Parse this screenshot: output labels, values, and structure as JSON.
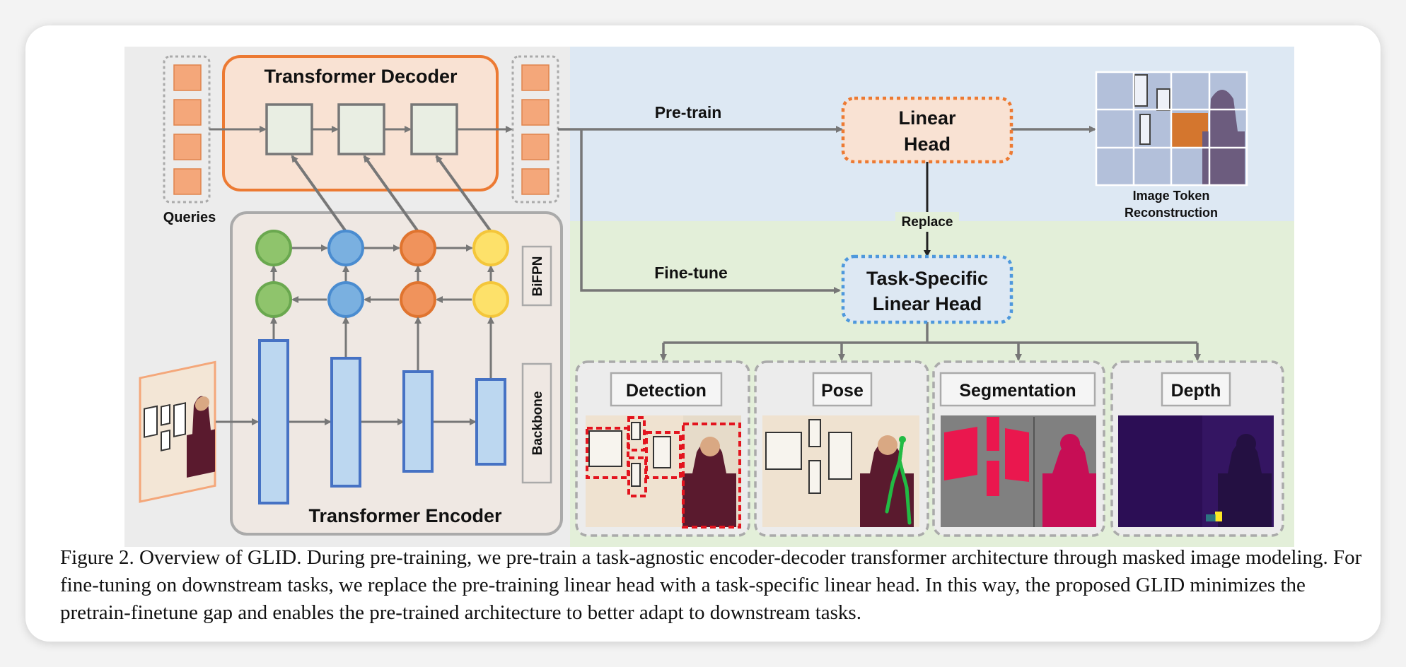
{
  "figure": {
    "decoder_title": "Transformer Decoder",
    "encoder_title": "Transformer Encoder",
    "queries_label": "Queries",
    "bifpn_label": "BiFPN",
    "backbone_label": "Backbone",
    "pretrain_label": "Pre-train",
    "finetune_label": "Fine-tune",
    "linear_head_line1": "Linear",
    "linear_head_line2": "Head",
    "replace_label": "Replace",
    "task_head_line1": "Task-Specific",
    "task_head_line2": "Linear Head",
    "reconstruction_line1": "Image Token",
    "reconstruction_line2": "Reconstruction",
    "tasks": [
      "Detection",
      "Pose",
      "Segmentation",
      "Depth"
    ]
  },
  "colors": {
    "left_panel_bg": "#ececec",
    "pretrain_bg": "#dde8f3",
    "finetune_bg": "#e3efd9",
    "decoder_fill": "#f9e2d3",
    "decoder_border": "#ec7a33",
    "query_token": "#f4a77a",
    "node_green": "#8fc46c",
    "node_blue": "#7ab0e0",
    "node_orange": "#f0935c",
    "node_yellow": "#fde16a",
    "backbone_bar": "#bcd7f0",
    "backbone_border": "#4672c4",
    "task_head_border": "#4e98dc",
    "linear_head_border": "#ec7a33"
  },
  "caption": "Figure 2. Overview of GLID. During pre-training, we pre-train a task-agnostic encoder-decoder transformer architecture through masked image modeling. For fine-tuning on downstream tasks, we replace the pre-training linear head with a task-specific linear head. In this way, the proposed GLID minimizes the pretrain-finetune gap and enables the pre-trained architecture to better adapt to downstream tasks."
}
